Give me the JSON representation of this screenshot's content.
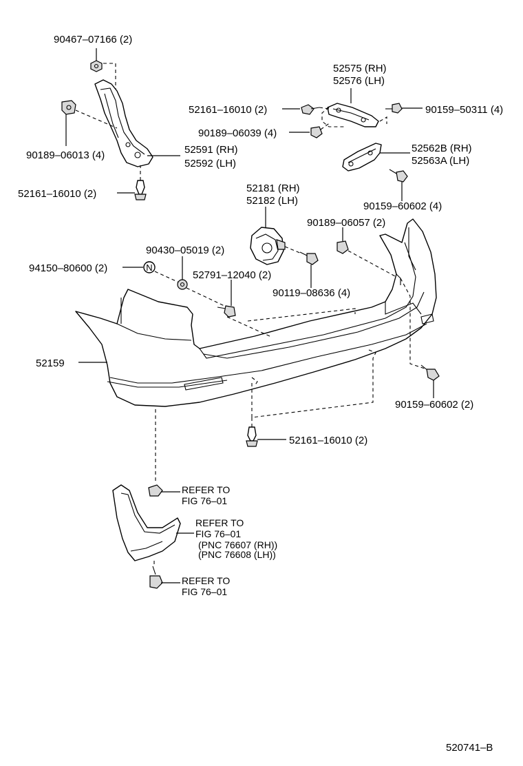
{
  "labels": {
    "p90467_07166": "90467–07166 (2)",
    "p52575": "52575 (RH)",
    "p52576": "52576 (LH)",
    "p52161_16010_top": "52161–16010 (2)",
    "p90159_50311": "90159–50311 (4)",
    "p90189_06039": "90189–06039 (4)",
    "p90189_06013": "90189–06013 (4)",
    "p52591": "52591 (RH)",
    "p52592": "52592 (LH)",
    "p52562B": "52562B (RH)",
    "p52563A": "52563A (LH)",
    "p52161_16010_left": "52161–16010 (2)",
    "p52181": "52181 (RH)",
    "p52182": "52182 (LH)",
    "p90159_60602_4": "90159–60602 (4)",
    "p90189_06057": "90189–06057 (2)",
    "p90430_05019": "90430–05019 (2)",
    "p94150_80600": "94150–80600 (2)",
    "p52791_12040": "52791–12040 (2)",
    "p90119_08636": "90119–08636 (4)",
    "p52159": "52159",
    "p90159_60602_2": "90159–60602 (2)",
    "p52161_16010_bottom": "52161–16010 (2)",
    "refer1_line1": "REFER  TO",
    "refer1_line2": "FIG  76–01",
    "refer2_line1": "REFER  TO",
    "refer2_line2": "FIG  76–01",
    "refer2_line3": "(PNC  76607 (RH))",
    "refer2_line4": "(PNC  76608 (LH))",
    "refer3_line1": "REFER  TO",
    "refer3_line2": "FIG  76–01",
    "n_marker": "N",
    "diagram_code": "520741–B"
  }
}
